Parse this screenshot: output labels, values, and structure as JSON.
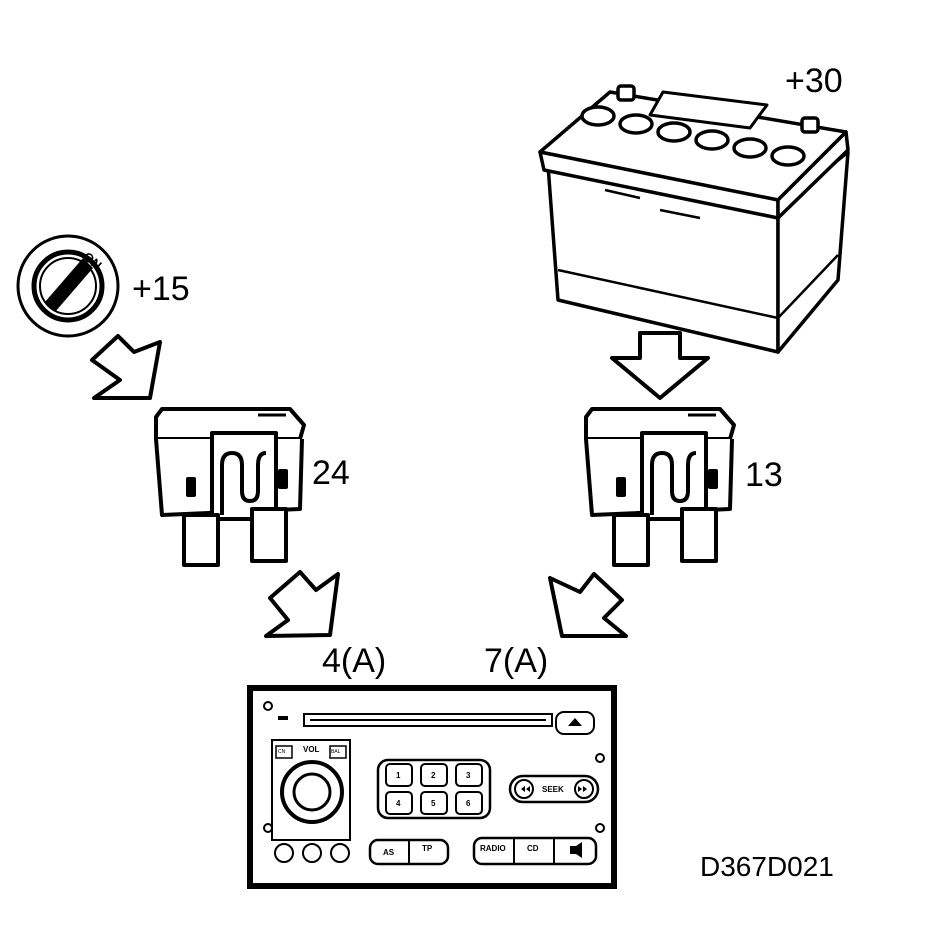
{
  "ignition": {
    "on_label": "ON",
    "terminal": "+15"
  },
  "battery": {
    "terminal": "+30"
  },
  "fuses": [
    {
      "number": "24"
    },
    {
      "number": "13"
    }
  ],
  "connectors": {
    "left": "4(A)",
    "right": "7(A)"
  },
  "radio": {
    "knob_labels": {
      "left": "CN",
      "center": "VOL",
      "right": "BAL"
    },
    "preset_buttons": [
      "1",
      "2",
      "3",
      "4",
      "5",
      "6"
    ],
    "seek_label": "SEEK",
    "bottom_buttons": {
      "as": "AS",
      "tp": "TP",
      "radio": "RADIO",
      "cd": "CD"
    }
  },
  "diagram_code": "D367D021"
}
